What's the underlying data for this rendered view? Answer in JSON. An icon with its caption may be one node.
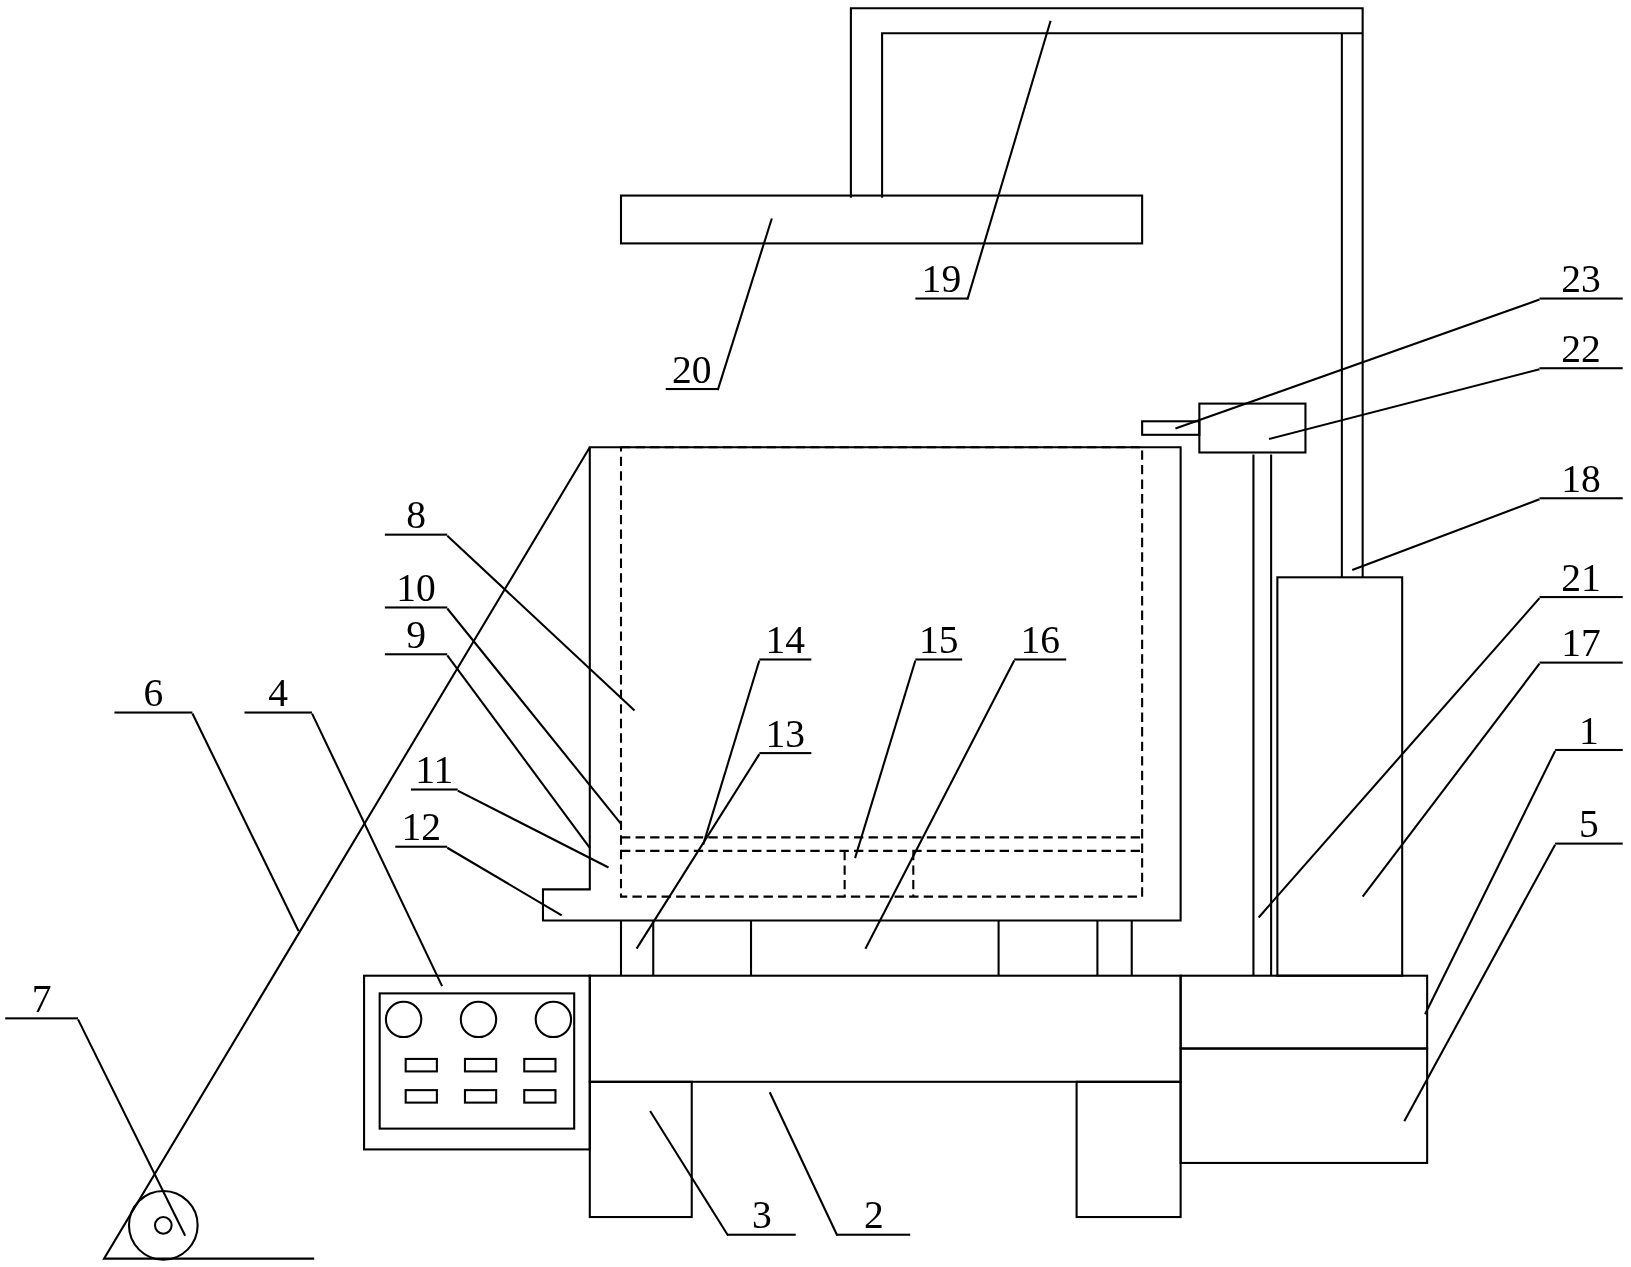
{
  "diagram": {
    "nodes": [
      {
        "text": [
          "19"
        ]
      },
      {
        "text": [
          "20"
        ]
      },
      {
        "text": [
          "23"
        ]
      },
      {
        "text": [
          "22"
        ]
      },
      {
        "text": [
          "18"
        ]
      },
      {
        "text": [
          "8"
        ]
      },
      {
        "text": [
          "21"
        ]
      },
      {
        "text": [
          "10"
        ]
      },
      {
        "text": [
          "9"
        ]
      },
      {
        "text": [
          "14"
        ]
      },
      {
        "text": [
          "15"
        ]
      },
      {
        "text": [
          "16"
        ]
      },
      {
        "text": [
          "17"
        ]
      },
      {
        "text": [
          "13"
        ]
      },
      {
        "text": [
          "6"
        ]
      },
      {
        "text": [
          "4"
        ]
      },
      {
        "text": [
          "1"
        ]
      },
      {
        "text": [
          "11"
        ]
      },
      {
        "text": [
          "12"
        ]
      },
      {
        "text": [
          "5"
        ]
      },
      {
        "text": [
          "7"
        ]
      },
      {
        "text": [
          "3"
        ]
      },
      {
        "text": [
          "2"
        ]
      }
    ],
    "edges": [
      {
        "from": 0,
        "to": null,
        "arrow": "none"
      },
      {
        "from": 1,
        "to": null,
        "arrow": "none"
      },
      {
        "from": 2,
        "to": null,
        "arrow": "none"
      },
      {
        "from": 3,
        "to": null,
        "arrow": "none"
      },
      {
        "from": 4,
        "to": null,
        "arrow": "none"
      },
      {
        "from": 5,
        "to": null,
        "arrow": "none"
      },
      {
        "from": 6,
        "to": null,
        "arrow": "none"
      },
      {
        "from": 7,
        "to": null,
        "arrow": "none"
      },
      {
        "from": 8,
        "to": null,
        "arrow": "none"
      },
      {
        "from": 9,
        "to": null,
        "arrow": "none"
      },
      {
        "from": 10,
        "to": null,
        "arrow": "none"
      },
      {
        "from": 11,
        "to": null,
        "arrow": "none"
      },
      {
        "from": 12,
        "to": null,
        "arrow": "none"
      },
      {
        "from": 13,
        "to": null,
        "arrow": "none"
      },
      {
        "from": 14,
        "to": null,
        "arrow": "none"
      },
      {
        "from": 15,
        "to": null,
        "arrow": "none"
      },
      {
        "from": 16,
        "to": null,
        "arrow": "none"
      },
      {
        "from": 17,
        "to": null,
        "arrow": "none"
      },
      {
        "from": 18,
        "to": null,
        "arrow": "none"
      },
      {
        "from": 19,
        "to": null,
        "arrow": "none"
      },
      {
        "from": 20,
        "to": null,
        "arrow": "none"
      },
      {
        "from": 21,
        "to": null,
        "arrow": "none"
      },
      {
        "from": 22,
        "to": null,
        "arrow": "none"
      }
    ]
  }
}
